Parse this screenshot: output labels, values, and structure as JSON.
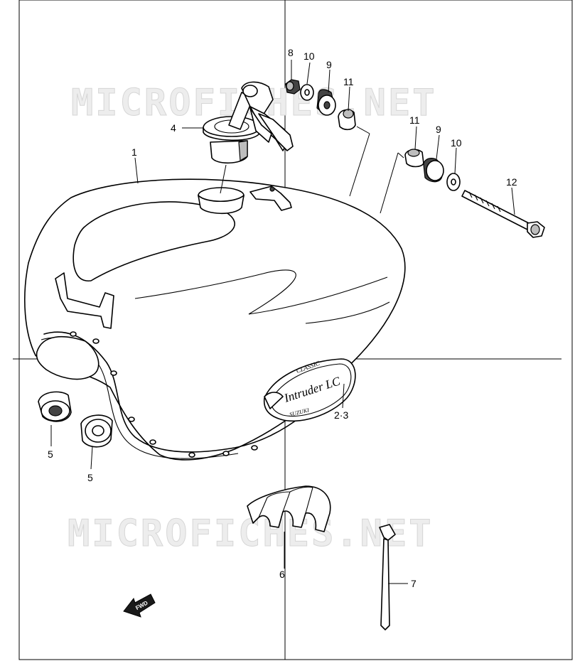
{
  "watermark": "MICROFICHES.NET",
  "emblem": {
    "top": "CLASSIC",
    "script": "Intruder LC",
    "bottom": "SUZUKI"
  },
  "fwd_label": "FWD",
  "callouts": {
    "n1": "1",
    "n23": "2·3",
    "n4": "4",
    "n5a": "5",
    "n5b": "5",
    "n6": "6",
    "n7": "7",
    "n8": "8",
    "n9a": "9",
    "n9b": "9",
    "n10a": "10",
    "n10b": "10",
    "n11a": "11",
    "n11b": "11",
    "n12": "12"
  }
}
